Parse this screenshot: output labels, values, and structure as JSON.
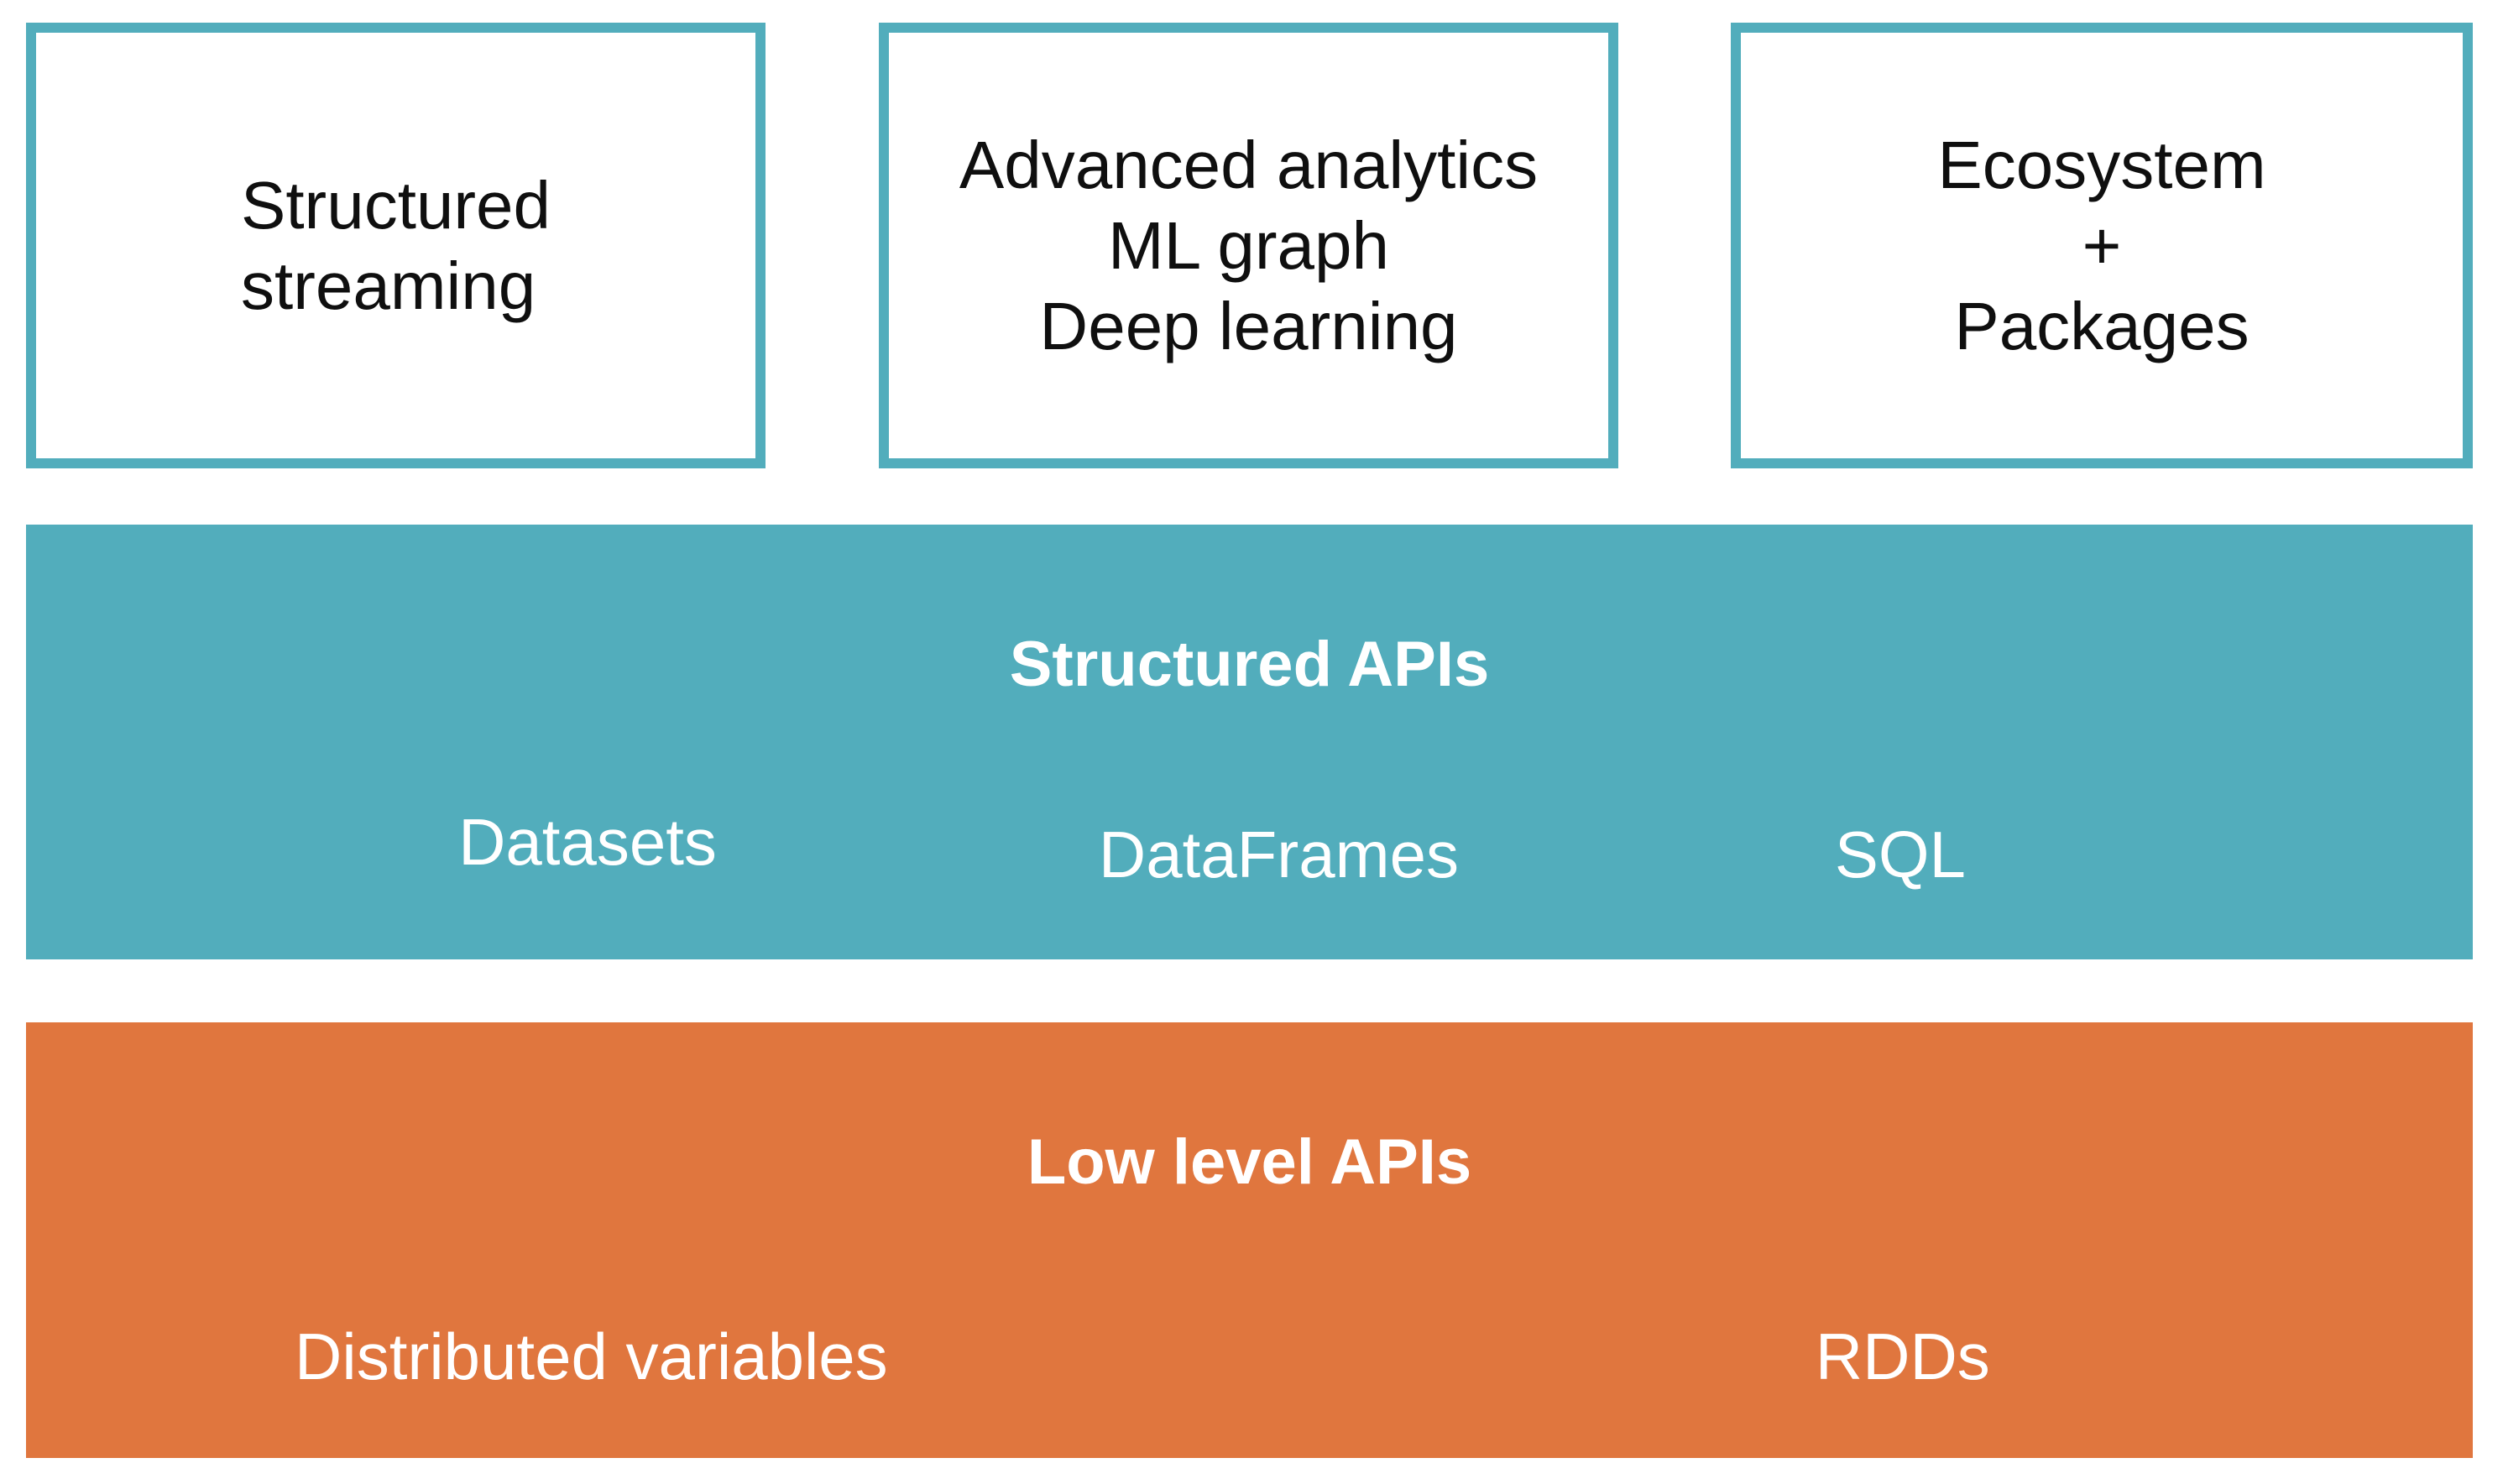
{
  "diagram": {
    "top_boxes": [
      {
        "id": "structured-streaming",
        "lines": [
          "Structured",
          "streaming"
        ]
      },
      {
        "id": "advanced-analytics",
        "lines": [
          "Advanced analytics",
          "ML graph",
          "Deep learning"
        ]
      },
      {
        "id": "ecosystem-packages",
        "lines": [
          "Ecosystem",
          "+",
          "Packages"
        ]
      }
    ],
    "structured_apis": {
      "title": "Structured APIs",
      "items": [
        "Datasets",
        "DataFrames",
        "SQL"
      ]
    },
    "low_level_apis": {
      "title": "Low level APIs",
      "items": [
        "Distributed variables",
        "RDDs"
      ]
    },
    "colors": {
      "teal": "#52ADBC",
      "orange": "#E0763E",
      "box_text": "#0F0F0F",
      "band_text": "#FFFFFF",
      "background": "#FFFFFF"
    }
  }
}
